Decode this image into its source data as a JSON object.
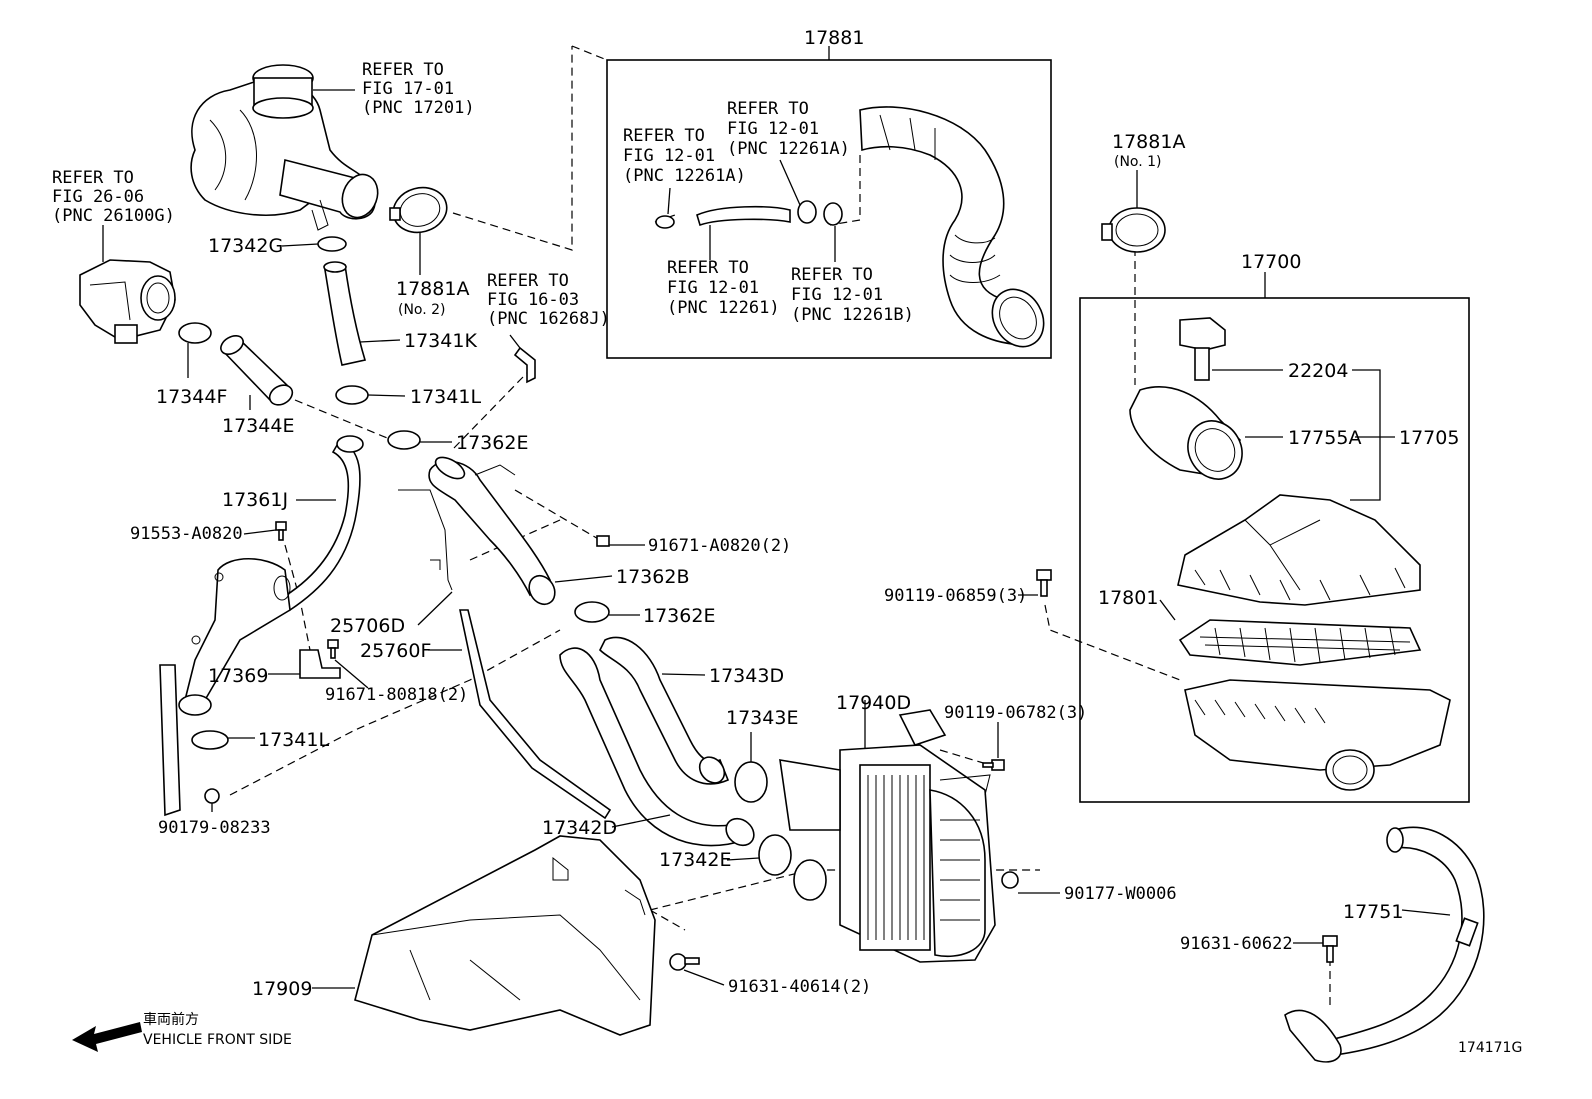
{
  "diagram": {
    "figure_code": "174171G",
    "front_side_jp": "車両前方",
    "front_side_en": "VEHICLE FRONT SIDE",
    "group_boxes": {
      "box_17881": "17881",
      "box_17700": "17700"
    },
    "refs": {
      "fig17_01": [
        "REFER TO",
        "FIG 17-01",
        "(PNC 17201)"
      ],
      "fig26_06": [
        "REFER TO",
        "FIG 26-06",
        "(PNC 26100G)"
      ],
      "fig16_03": [
        "REFER TO",
        "FIG 16-03",
        "(PNC 16268J)"
      ],
      "fig12_01a_top": [
        "REFER TO",
        "FIG 12-01",
        "(PNC 12261A)"
      ],
      "fig12_01a_left": [
        "REFER TO",
        "FIG 12-01",
        "(PNC 12261A)"
      ],
      "fig12_01": [
        "REFER TO",
        "FIG 12-01",
        "(PNC 12261)"
      ],
      "fig12_01b": [
        "REFER TO",
        "FIG 12-01",
        "(PNC 12261B)"
      ]
    },
    "parts": {
      "p17881A_no2": "17881A",
      "p17881A_no2_sub": "(No. 2)",
      "p17881A_no1": "17881A",
      "p17881A_no1_sub": "(No. 1)",
      "p17342G": "17342G",
      "p17341K": "17341K",
      "p17341L_top": "17341L",
      "p17344F": "17344F",
      "p17344E": "17344E",
      "p17362E_top": "17362E",
      "p17361J": "17361J",
      "p91553": "91553-A0820",
      "p91671_a": "91671-A0820(2)",
      "p17362B": "17362B",
      "p17362E_mid": "17362E",
      "p25706D": "25706D",
      "p25760F": "25760F",
      "p17369": "17369",
      "p91671_b": "91671-80818(2)",
      "p17343D": "17343D",
      "p17341L_bot": "17341L",
      "p17343E": "17343E",
      "p17940D": "17940D",
      "p90119_b": "90119-06782(3)",
      "p90179": "90179-08233",
      "p17342D": "17342D",
      "p17342E": "17342E",
      "p90177": "90177-W0006",
      "p17909": "17909",
      "p91631_a": "91631-40614(2)",
      "p22204": "22204",
      "p17755A": "17755A",
      "p17705": "17705",
      "p90119_a": "90119-06859(3)",
      "p17801": "17801",
      "p17751": "17751",
      "p91631_b": "91631-60622"
    }
  }
}
